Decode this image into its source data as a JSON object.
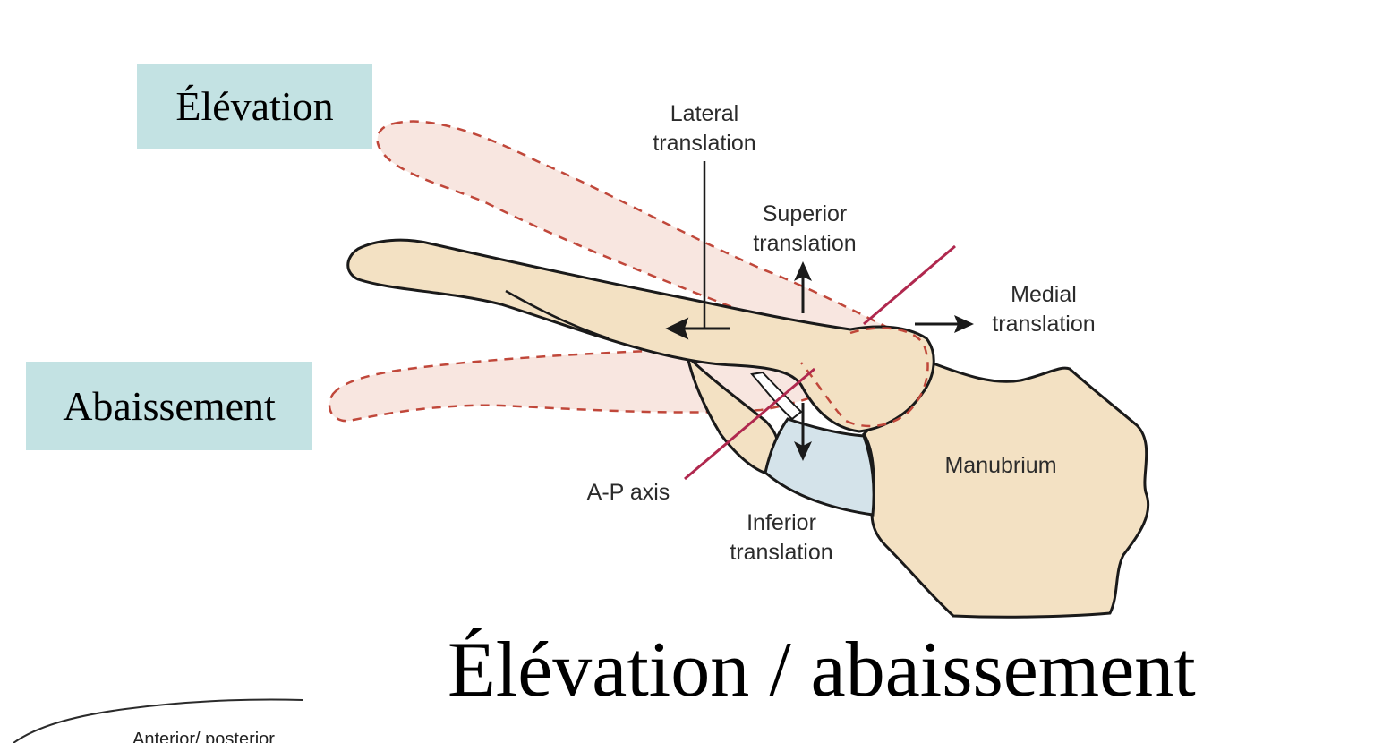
{
  "boxes": {
    "elevation": "Élévation",
    "abaissement": "Abaissement"
  },
  "diagram": {
    "lateral_translation": [
      "Lateral",
      "translation"
    ],
    "superior_translation": [
      "Superior",
      "translation"
    ],
    "medial_translation": [
      "Medial",
      "translation"
    ],
    "inferior_translation": [
      "Inferior",
      "translation"
    ],
    "ap_axis": "A-P axis",
    "manubrium": "Manubrium",
    "anterior_posterior": "Anterior/ posterior"
  },
  "title": "Élévation / abaissement",
  "colors": {
    "label_box": "#c3e2e3",
    "bone": "#f3e1c3",
    "ghost_fill": "#f6ddd6",
    "ghost_dash": "#c0473a",
    "axis_line": "#b0284e",
    "disc": "#d4e3ea"
  }
}
